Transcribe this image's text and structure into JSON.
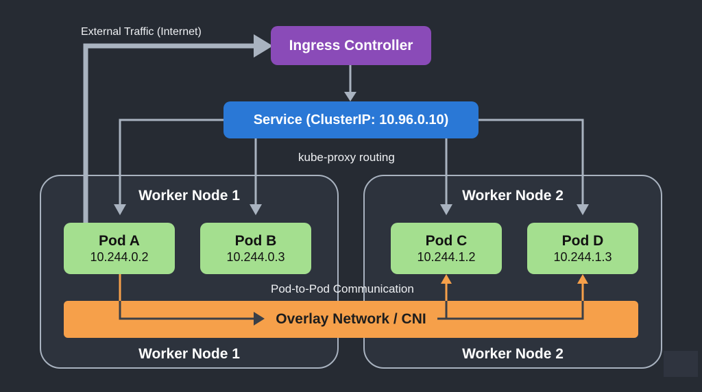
{
  "diagram": {
    "title": "Kubernetes Networking Overview",
    "external_label": "External Traffic (Internet)",
    "ingress": {
      "label": "Ingress Controller",
      "color": "#8a4bb8"
    },
    "service": {
      "label": "Service (ClusterIP: 10.96.0.10)",
      "color": "#2a78d6"
    },
    "kube_proxy_label": "kube-proxy routing",
    "pod_to_pod_label": "Pod-to-Pod Communication",
    "overlay": {
      "label": "Overlay Network / CNI",
      "color": "#f6a04a"
    },
    "nodes": [
      {
        "title_top": "Worker Node 1",
        "title_bottom": "Worker Node 1"
      },
      {
        "title_top": "Worker Node 2",
        "title_bottom": "Worker Node 2"
      }
    ],
    "pods": [
      {
        "name": "Pod A",
        "ip": "10.244.0.2"
      },
      {
        "name": "Pod B",
        "ip": "10.244.0.3"
      },
      {
        "name": "Pod C",
        "ip": "10.244.1.2"
      },
      {
        "name": "Pod D",
        "ip": "10.244.1.3"
      }
    ],
    "colors": {
      "background": "#262b33",
      "connector": "#a9b3c0",
      "pod": "#a4df8f",
      "pod_flow": "#f6a04a"
    }
  }
}
